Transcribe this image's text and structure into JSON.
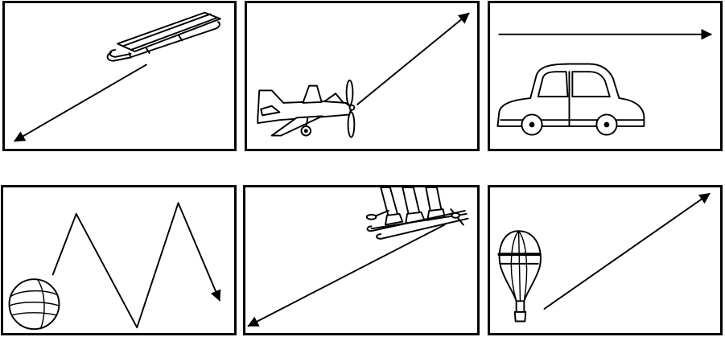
{
  "panels": [
    {
      "object": "sled",
      "icon": "sled-icon",
      "motion": "diagonal-down-left"
    },
    {
      "object": "airplane",
      "icon": "airplane-icon",
      "motion": "diagonal-up-right"
    },
    {
      "object": "car",
      "icon": "car-icon",
      "motion": "horizontal-right"
    },
    {
      "object": "ball",
      "icon": "ball-icon",
      "motion": "zigzag"
    },
    {
      "object": "skis",
      "icon": "skis-icon",
      "motion": "diagonal-down-left"
    },
    {
      "object": "hot-air-balloon",
      "icon": "hot-air-balloon-icon",
      "motion": "diagonal-up-right"
    }
  ],
  "colors": {
    "line": "#000000",
    "background": "#ffffff"
  }
}
